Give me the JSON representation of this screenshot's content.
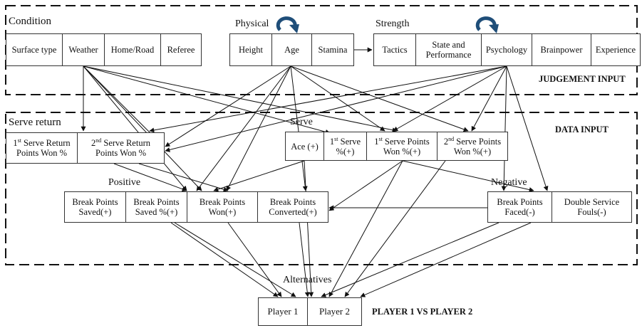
{
  "condition": {
    "title": "Condition",
    "items": [
      "Surface type",
      "Weather",
      "Home/Road",
      "Referee"
    ]
  },
  "physical": {
    "title": "Physical",
    "items": [
      "Height",
      "Age",
      "Stamina"
    ],
    "icon": "refresh-arrow-icon"
  },
  "strength": {
    "title": "Strength",
    "items": [
      "Tactics",
      "State and Performance",
      "Psychology",
      "Brainpower",
      "Experience"
    ],
    "icon": "refresh-arrow-icon"
  },
  "judgement_label": "JUDGEMENT INPUT",
  "data_label": "DATA INPUT",
  "serve_return": {
    "title": "Serve return",
    "items": [
      {
        "pre": "1",
        "sup": "st",
        "post": " Serve Return Points Won %"
      },
      {
        "pre": "2",
        "sup": "nd",
        "post": " Serve Return Points Won %"
      }
    ]
  },
  "serve": {
    "title": "Serve",
    "items": [
      {
        "pre": "Ace (+)",
        "sup": "",
        "post": ""
      },
      {
        "pre": "1",
        "sup": "st",
        "post": " Serve %(+)"
      },
      {
        "pre": "1",
        "sup": "st",
        "post": " Serve Points Won %(+)"
      },
      {
        "pre": "2",
        "sup": "nd",
        "post": " Serve Points Won %(+)"
      }
    ]
  },
  "positive": {
    "title": "Positive",
    "items": [
      "Break Points Saved(+)",
      "Break Points Saved %(+)",
      "Break Points Won(+)",
      "Break Points Converted(+)"
    ]
  },
  "negative": {
    "title": "Negative",
    "items": [
      "Break Points Faced(-)",
      "Double Service Fouls(-)"
    ]
  },
  "alternatives": {
    "title": "Alternatives",
    "items": [
      "Player 1",
      "Player 2"
    ]
  },
  "versus_label": "PLAYER 1 VS PLAYER 2",
  "colors": {
    "icon": "#1f4e79",
    "line": "#111111",
    "border": "#333333"
  }
}
